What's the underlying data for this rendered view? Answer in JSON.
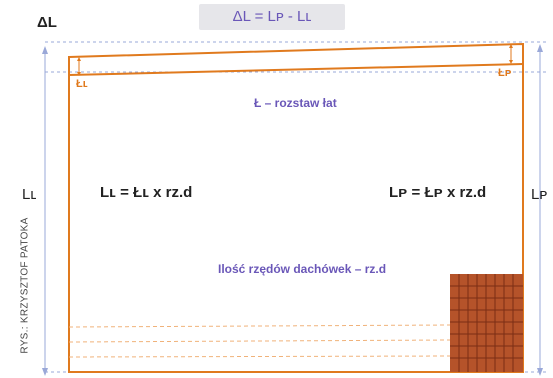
{
  "formula_top": "ΔL = Lᴘ - Lʟ",
  "delta_label": "ΔL",
  "left_height_label": "Lʟ",
  "right_height_label": "Lᴘ",
  "small_left_label": "Łʟ",
  "small_right_label": "Łᴘ",
  "batten_spacing_label": "Ł – rozstaw łat",
  "formula_left": "Lʟ = Łʟ x  rz.d",
  "formula_right": "Lᴘ = Łᴘ x  rz.d",
  "rows_label": "Ilość rzędów dachówek – rz.d",
  "credit": "RYS.: KRZYSZTOF PATOKA",
  "colors": {
    "outline": "#e07a1e",
    "text_purple": "#6a57b8",
    "tile": "#b5532a",
    "guide": "#9aa8d8"
  }
}
